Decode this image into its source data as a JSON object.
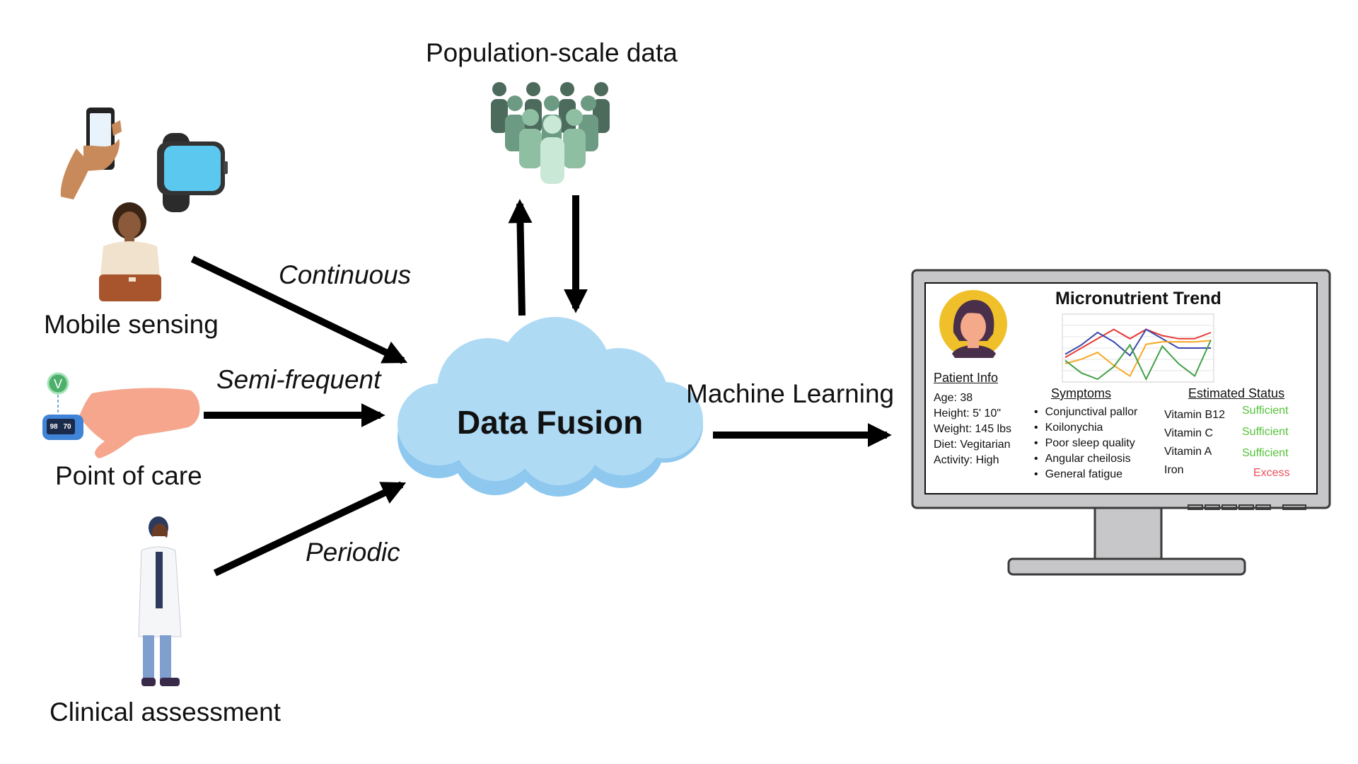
{
  "sources": {
    "mobile": {
      "label": "Mobile sensing",
      "frequency": "Continuous"
    },
    "point_of_care": {
      "label": "Point of care",
      "frequency": "Semi-frequent",
      "oximeter_reading_1": "98",
      "oximeter_reading_2": "70",
      "status_badge": "V"
    },
    "clinical": {
      "label": "Clinical assessment",
      "frequency": "Periodic"
    }
  },
  "population": {
    "label": "Population-scale data"
  },
  "fusion": {
    "label": "Data Fusion"
  },
  "ml": {
    "label": "Machine Learning"
  },
  "monitor": {
    "chart_title": "Micronutrient Trend",
    "patient_info": {
      "heading": "Patient Info",
      "lines": [
        "Age: 38",
        "Height: 5' 10\"",
        "Weight: 145 lbs",
        "Diet: Vegitarian",
        "Activity: High"
      ]
    },
    "symptoms": {
      "heading": "Symptoms",
      "items": [
        "Conjunctival pallor",
        "Koilonychia",
        "Poor sleep quality",
        "Angular cheilosis",
        "General fatigue"
      ]
    },
    "estimated_status": {
      "heading": "Estimated Status",
      "rows": [
        {
          "nutrient": "Vitamin B12",
          "status": "Sufficient"
        },
        {
          "nutrient": "Vitamin C",
          "status": "Sufficient"
        },
        {
          "nutrient": "Vitamin A",
          "status": "Sufficient"
        },
        {
          "nutrient": "Iron",
          "status": "Excess"
        }
      ]
    },
    "colors": {
      "sufficient": "#55c23a",
      "excess": "#e8505b",
      "avatar_bg": "#f0c02a"
    },
    "chart_data": {
      "type": "line",
      "title": "Micronutrient Trend",
      "x": [
        1,
        2,
        3,
        4,
        5,
        6,
        7,
        8,
        9,
        10
      ],
      "ylim": [
        0,
        10
      ],
      "series": [
        {
          "color": "#e53935",
          "values": [
            3.5,
            5.0,
            6.5,
            8.0,
            6.5,
            8.0,
            7.0,
            6.5,
            6.5,
            7.5
          ]
        },
        {
          "color": "#3949ab",
          "values": [
            4.0,
            5.5,
            7.5,
            6.0,
            3.8,
            8.0,
            6.5,
            5.0,
            5.0,
            5.0
          ]
        },
        {
          "color": "#f9a825",
          "values": [
            2.5,
            3.2,
            4.3,
            2.2,
            0.5,
            5.6,
            6.0,
            6.0,
            6.0,
            6.2
          ]
        },
        {
          "color": "#43a047",
          "values": [
            3.0,
            1.0,
            0.0,
            2.0,
            5.5,
            0.0,
            5.3,
            2.5,
            0.5,
            6.3
          ]
        }
      ]
    }
  }
}
